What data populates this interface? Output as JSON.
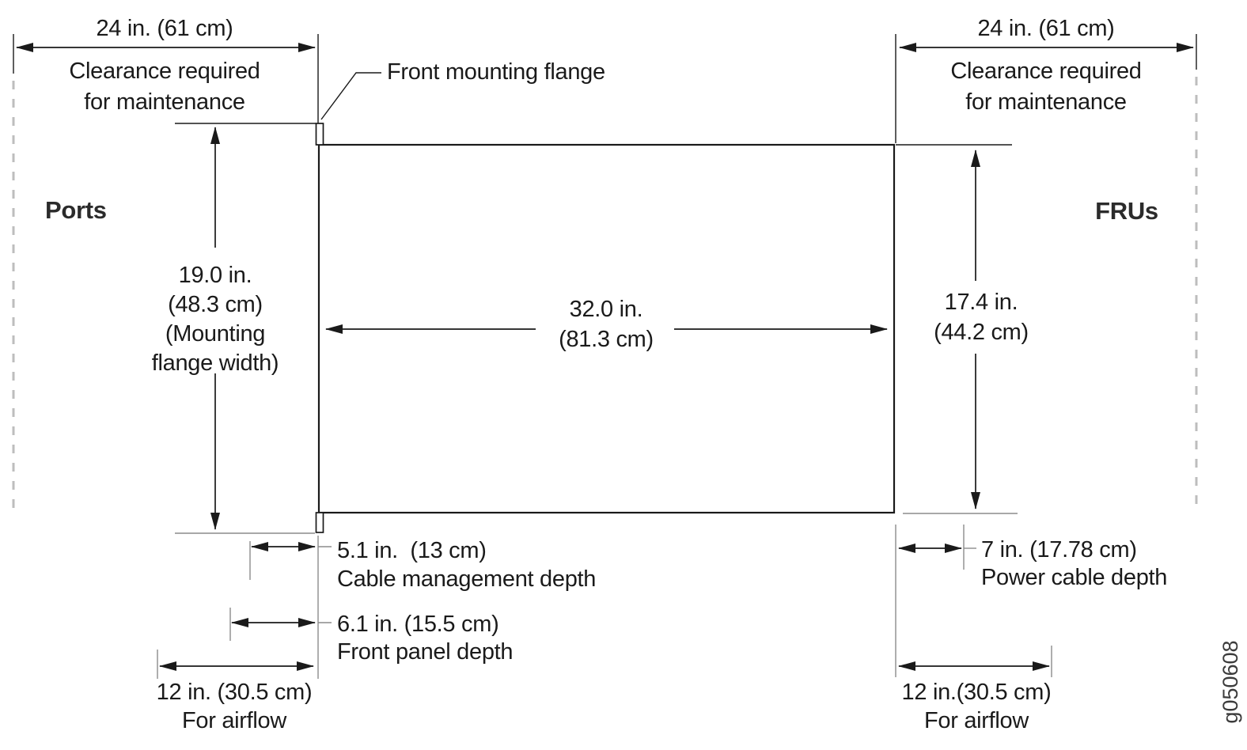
{
  "figure": {
    "id": "g050608",
    "type": "hardware-clearance-diagram"
  },
  "colors": {
    "line": "#1a1a1a",
    "extension_line": "#8c8c8c",
    "dashed_boundary": "#bdbdbd",
    "text": "#1a1a1a",
    "background": "#ffffff"
  },
  "labels": {
    "left_clearance": {
      "dimension": "24 in. (61 cm)",
      "caption_line1": "Clearance required",
      "caption_line2": "for maintenance"
    },
    "right_clearance": {
      "dimension": "24 in. (61 cm)",
      "caption_line1": "Clearance required",
      "caption_line2": "for maintenance"
    },
    "ports": "Ports",
    "frus": "FRUs",
    "front_mounting_flange": "Front mounting flange",
    "mounting_flange_width": {
      "line1": "19.0 in.",
      "line2": "(48.3 cm)",
      "line3": "(Mounting",
      "line4": "flange width)"
    },
    "chassis_depth": {
      "line1": "32.0 in.",
      "line2": "(81.3 cm)"
    },
    "chassis_rear_width": {
      "line1": "17.4 in.",
      "line2": "(44.2 cm)"
    },
    "cable_management": {
      "dimension": "5.1 in.  (13 cm)",
      "caption": "Cable management depth"
    },
    "front_panel": {
      "dimension": "6.1 in. (15.5 cm)",
      "caption": "Front panel depth"
    },
    "airflow_left": {
      "dimension": "12 in. (30.5 cm)",
      "caption": "For airflow"
    },
    "power_cable": {
      "dimension": "7 in. (17.78 cm)",
      "caption": "Power cable depth"
    },
    "airflow_right": {
      "dimension": "12 in.(30.5 cm)",
      "caption": "For airflow"
    }
  }
}
